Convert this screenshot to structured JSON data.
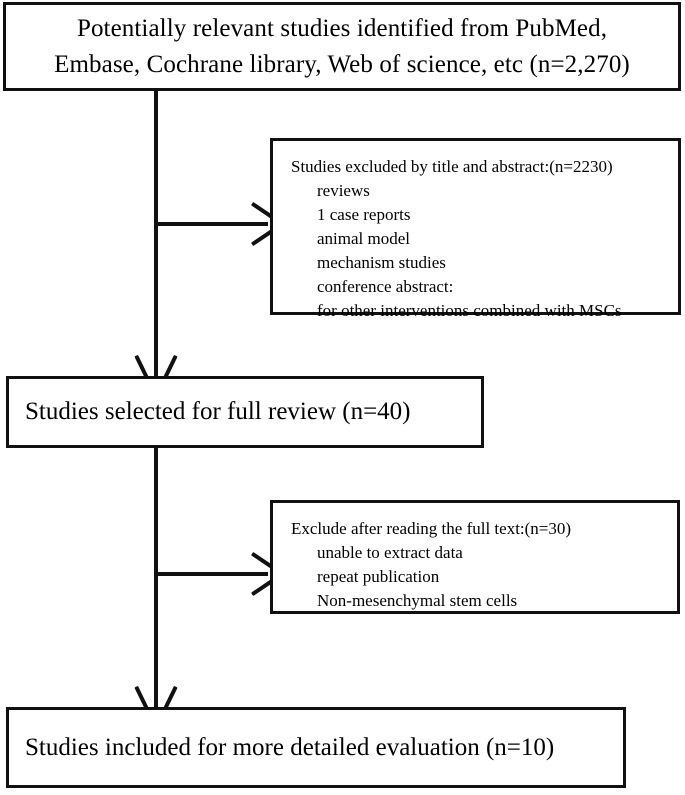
{
  "diagram": {
    "type": "prisma-study-selection-flowchart",
    "orientation": "top-to-bottom",
    "nodes": {
      "identification": {
        "name": "identification-box",
        "line1": "Potentially relevant studies identified from PubMed,",
        "line2": "Embase, Cochrane library, Web of science, etc (n=2,270)",
        "count": "n=2,270"
      },
      "excluded_title_abstract": {
        "name": "excluded-title-abstract-box",
        "heading": "Studies excluded by title and abstract:(n=2230)",
        "count": "n=2230",
        "reasons": [
          "reviews",
          "1 case reports",
          "animal model",
          "mechanism studies",
          "conference abstract:",
          "for other interventions combined with MSCs"
        ]
      },
      "full_review": {
        "name": "full-review-box",
        "label": "Studies selected for full review (n=40)",
        "count": "n=40"
      },
      "excluded_full_text": {
        "name": "excluded-full-text-box",
        "heading": "Exclude after reading the full text:(n=30)",
        "count": "n=30",
        "reasons": [
          "unable to extract data",
          "repeat publication",
          "Non-mesenchymal stem cells"
        ]
      },
      "included": {
        "name": "included-box",
        "label": "Studies included for more detailed evaluation (n=10)",
        "count": "n=10"
      }
    },
    "connectors": [
      {
        "name": "identification-to-full-review",
        "from": "identification",
        "to": "full_review",
        "direction": "down"
      },
      {
        "name": "branch-to-excluded-title-abstract",
        "from": "identification-to-full-review",
        "to": "excluded_title_abstract",
        "direction": "right"
      },
      {
        "name": "full-review-to-included",
        "from": "full_review",
        "to": "included",
        "direction": "down"
      },
      {
        "name": "branch-to-excluded-full-text",
        "from": "full-review-to-included",
        "to": "excluded_full_text",
        "direction": "right"
      }
    ],
    "colors": {
      "stroke": "#111111",
      "background": "#ffffff",
      "text": "#000000"
    }
  }
}
